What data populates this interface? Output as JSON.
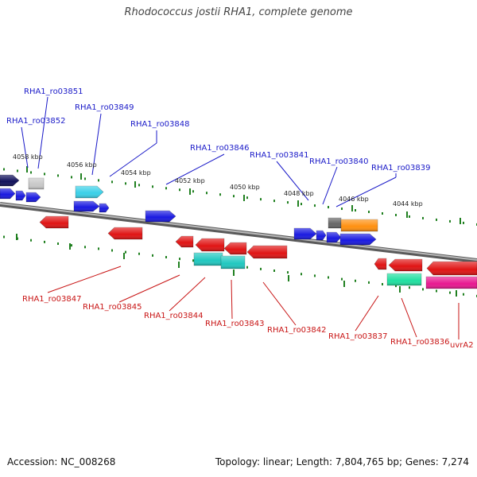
{
  "title": "Rhodococcus jostii RHA1, complete genome",
  "footer": {
    "accession": "Accession: NC_008268",
    "summary": "Topology: linear; Length: 7,804,765 bp; Genes: 7,274"
  },
  "ticks": [
    "4058 kbp",
    "4056 kbp",
    "4054 kbp",
    "4052 kbp",
    "4050 kbp",
    "4048 kbp",
    "4046 kbp",
    "4044 kbp"
  ],
  "genes_top": [
    "RHA1_ro03851",
    "RHA1_ro03849",
    "RHA1_ro03852",
    "RHA1_ro03848",
    "RHA1_ro03846",
    "RHA1_ro03841",
    "RHA1_ro03840",
    "RHA1_ro03839"
  ],
  "genes_bottom": [
    "RHA1_ro03847",
    "RHA1_ro03845",
    "RHA1_ro03844",
    "RHA1_ro03843",
    "RHA1_ro03842",
    "RHA1_ro03837",
    "RHA1_ro03836",
    "uvrA2"
  ],
  "colors": {
    "forward": "#1a1ae0",
    "reverse": "#e01414",
    "cyan": "#3ad0e8",
    "teal": "#20c8c0",
    "green": "#20e0a0",
    "orange": "#ff9010",
    "magenta": "#e81890",
    "gray": "#888888",
    "navy": "#10105a",
    "tick": "#208020",
    "backbone": "#7a7a7a"
  }
}
